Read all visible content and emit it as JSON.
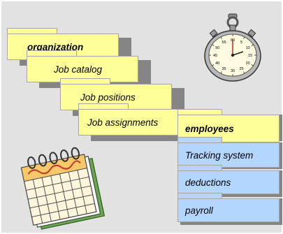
{
  "diagram": {
    "folders": [
      {
        "label": "organization",
        "bold": true,
        "color": "#ffff99"
      },
      {
        "label": "Job catalog",
        "bold": false,
        "color": "#ffff99"
      },
      {
        "label": "Job positions",
        "bold": false,
        "color": "#ffff99"
      },
      {
        "label": "Job assignments",
        "bold": false,
        "color": "#ffff99"
      }
    ],
    "subfolders": [
      {
        "label": "employees",
        "bold": true,
        "color": "#ffff99"
      },
      {
        "label": "Tracking system",
        "bold": false,
        "color": "#b3d6ff"
      },
      {
        "label": "deductions",
        "bold": false,
        "color": "#b3d6ff"
      },
      {
        "label": "payroll",
        "bold": false,
        "color": "#b3d6ff"
      }
    ],
    "clipart": {
      "stopwatch": "stopwatch-icon",
      "calendar": "calendar-icon",
      "dial_numbers": [
        "60",
        "5",
        "10",
        "15",
        "20",
        "25",
        "30",
        "35",
        "40",
        "45",
        "50",
        "55"
      ]
    }
  }
}
